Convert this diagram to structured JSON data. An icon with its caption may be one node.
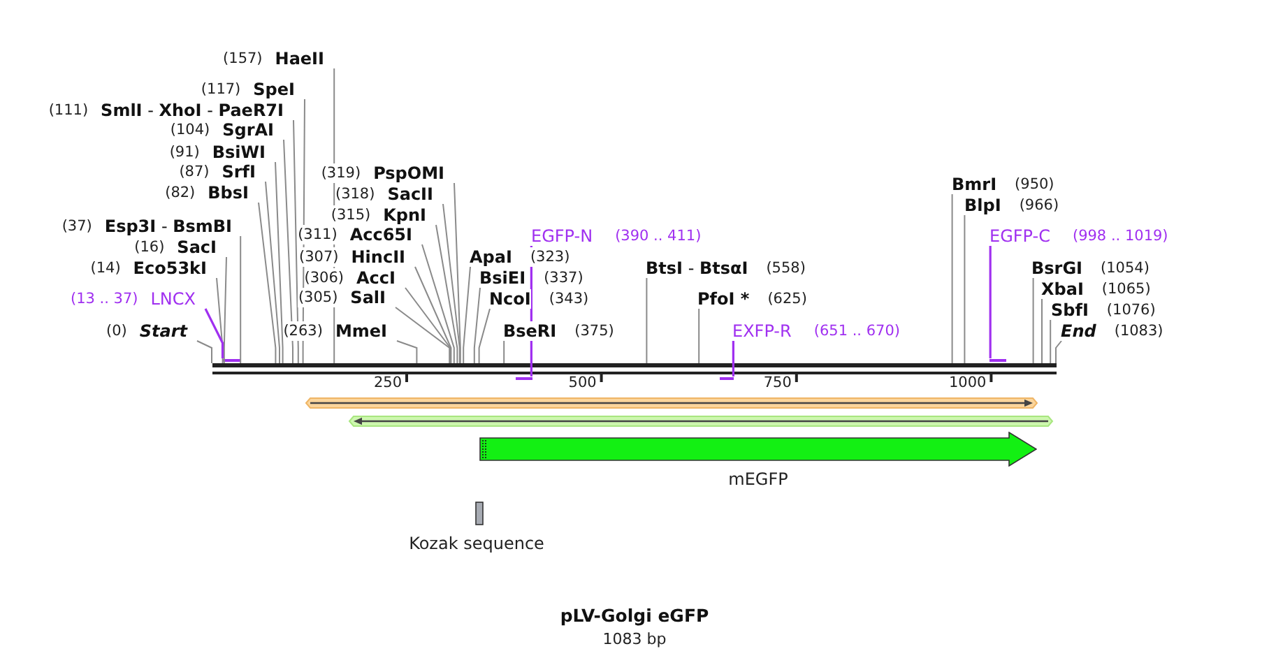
{
  "diagram": {
    "title": "pLV-Golgi eGFP",
    "caption": "1083 bp",
    "nodes": [
      {
        "text": [
          "(157)",
          "HaeII"
        ]
      },
      {
        "text": [
          "(117)",
          "SpeI"
        ]
      },
      {
        "text": [
          "(111)",
          "**SmlI** - **XhoI** - **PaeR7I**"
        ]
      },
      {
        "text": [
          "(104)",
          "SgrAI"
        ]
      },
      {
        "text": [
          "(91)",
          "BsiWI"
        ]
      },
      {
        "text": [
          "(87)",
          "SrfI"
        ]
      },
      {
        "text": [
          "(319)",
          "PspOMI"
        ]
      },
      {
        "text": [
          "BmrI",
          "(950)"
        ]
      },
      {
        "text": [
          "(82)",
          "BbsI"
        ]
      },
      {
        "text": [
          "(318)",
          "SacII"
        ]
      },
      {
        "text": [
          "BlpI",
          "(966)"
        ]
      },
      {
        "text": [
          "(315)",
          "KpnI"
        ]
      },
      {
        "text": [
          "(37)",
          "**Esp3I** - **BsmBI**"
        ]
      },
      {
        "text": [
          "(311)",
          "Acc65I"
        ]
      },
      {
        "text": [
          "EGFP-N",
          "(390 .. 411)"
        ]
      },
      {
        "text": [
          "EGFP-C",
          "(998 .. 1019)"
        ]
      },
      {
        "text": [
          "(16)",
          "SacI"
        ]
      },
      {
        "text": [
          "(307)",
          "HincII"
        ]
      },
      {
        "text": [
          "ApaI",
          "(323)"
        ]
      },
      {
        "text": [
          "(14)",
          "Eco53kI"
        ]
      },
      {
        "text": [
          "**BtsI** - **BtsαI**",
          "(558)"
        ]
      },
      {
        "text": [
          "BsrGI",
          "(1054)"
        ]
      },
      {
        "text": [
          "(306)",
          "AccI"
        ]
      },
      {
        "text": [
          "BsiEI",
          "(337)"
        ]
      },
      {
        "text": [
          "XbaI",
          "(1065)"
        ]
      },
      {
        "text": [
          "(13 .. 37)",
          "LNCX"
        ]
      },
      {
        "text": [
          "(305)",
          "SalI"
        ]
      },
      {
        "text": [
          "NcoI",
          "(343)"
        ]
      },
      {
        "text": [
          "PfoI *",
          "(625)"
        ]
      },
      {
        "text": [
          "SbfI",
          "(1076)"
        ]
      },
      {
        "text": [
          "(0)",
          "Start"
        ]
      },
      {
        "text": [
          "(263)",
          "MmeI"
        ]
      },
      {
        "text": [
          "BseRI",
          "(375)"
        ]
      },
      {
        "text": [
          "EXFP-R",
          "(651 .. 670)"
        ]
      },
      {
        "text": [
          "End",
          "(1083)"
        ]
      },
      {
        "text": [],
        "shape": "bar"
      },
      {
        "text": [],
        "shape": "bar"
      },
      {
        "text": [],
        "shape": "bar"
      },
      {
        "text": [],
        "shape": "bar"
      },
      {
        "text": [],
        "shape": "bar"
      },
      {
        "text": [],
        "shape": "bar"
      },
      {
        "text": [],
        "shape": "bar"
      },
      {
        "text": [
          "mEGFP"
        ]
      },
      {
        "text": [
          "Kozak sequence"
        ]
      }
    ],
    "edges": [
      {
        "from": 0,
        "to": 35,
        "arrow": "none"
      },
      {
        "from": 1,
        "to": 35,
        "arrow": "none"
      },
      {
        "from": 2,
        "to": 35,
        "arrow": "none"
      },
      {
        "from": 3,
        "to": 35,
        "arrow": "none"
      },
      {
        "from": 4,
        "to": 35,
        "arrow": "none"
      },
      {
        "from": 5,
        "to": 35,
        "arrow": "none"
      },
      {
        "from": 6,
        "to": 35,
        "arrow": "none"
      },
      {
        "from": 7,
        "to": 35,
        "arrow": "none"
      },
      {
        "from": 8,
        "to": 35,
        "arrow": "none"
      },
      {
        "from": 9,
        "to": 35,
        "arrow": "none"
      },
      {
        "from": 10,
        "to": 35,
        "arrow": "none"
      },
      {
        "from": 11,
        "to": 35,
        "arrow": "none"
      },
      {
        "from": 12,
        "to": 35,
        "arrow": "none"
      },
      {
        "from": 13,
        "to": 35,
        "arrow": "none"
      },
      {
        "from": 14,
        "to": 37,
        "arrow": "none",
        "color": "#a030f0"
      },
      {
        "from": 15,
        "to": 39,
        "arrow": "none",
        "color": "#a030f0"
      },
      {
        "from": 16,
        "to": 35,
        "arrow": "none"
      },
      {
        "from": 17,
        "to": 35,
        "arrow": "none"
      },
      {
        "from": 18,
        "to": 35,
        "arrow": "none"
      },
      {
        "from": 19,
        "to": 35,
        "arrow": "none"
      },
      {
        "from": 20,
        "to": 35,
        "arrow": "none"
      },
      {
        "from": 21,
        "to": 35,
        "arrow": "none"
      },
      {
        "from": 22,
        "to": 35,
        "arrow": "none"
      },
      {
        "from": 23,
        "to": 35,
        "arrow": "none"
      },
      {
        "from": 24,
        "to": 35,
        "arrow": "none"
      },
      {
        "from": 25,
        "to": 36,
        "arrow": "none",
        "color": "#a030f0"
      },
      {
        "from": 26,
        "to": 35,
        "arrow": "none"
      },
      {
        "from": 27,
        "to": 35,
        "arrow": "none"
      },
      {
        "from": 28,
        "to": 35,
        "arrow": "none"
      },
      {
        "from": 29,
        "to": 35,
        "arrow": "none"
      },
      {
        "from": 30,
        "to": 35,
        "arrow": "none"
      },
      {
        "from": 31,
        "to": 35,
        "arrow": "none"
      },
      {
        "from": 32,
        "to": 35,
        "arrow": "none"
      },
      {
        "from": 33,
        "to": 38,
        "arrow": "none",
        "color": "#a030f0"
      },
      {
        "from": 34,
        "to": 35,
        "arrow": "none"
      }
    ],
    "labels": [
      "250",
      "500",
      "750",
      "1000"
    ]
  }
}
